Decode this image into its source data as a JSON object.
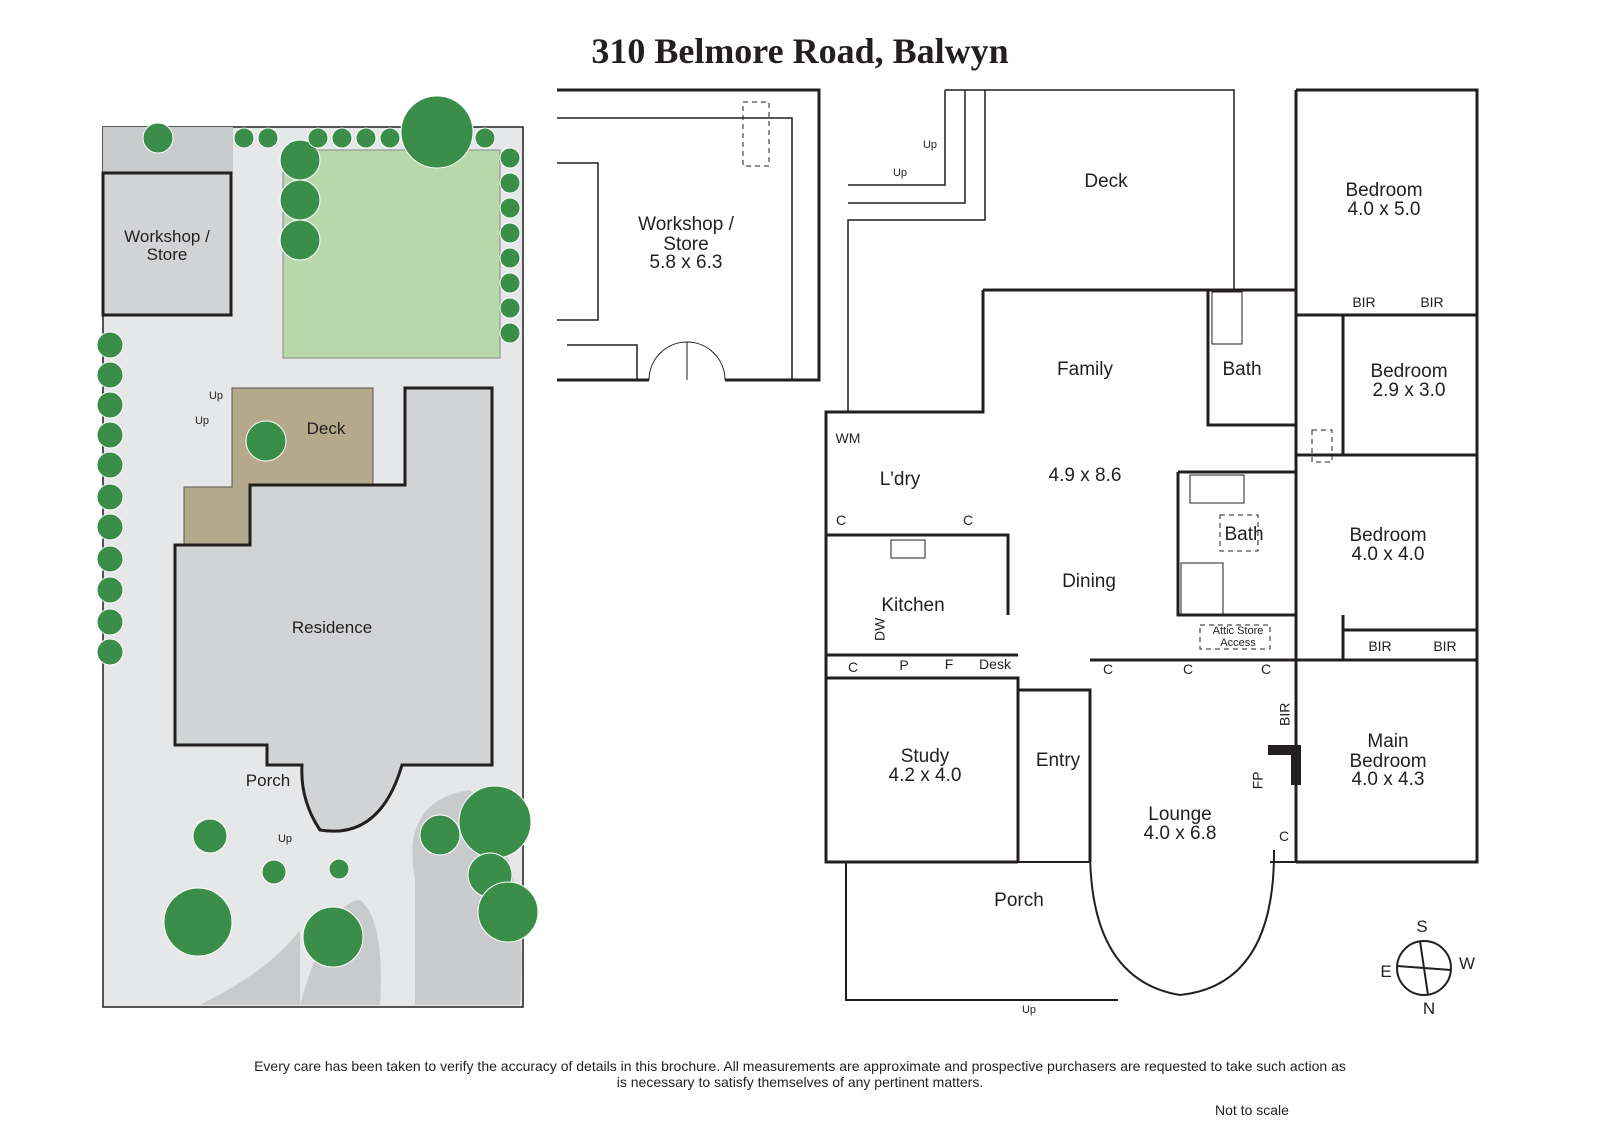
{
  "title": "310 Belmore Road, Balwyn",
  "colors": {
    "site_ground": "#e6e7e8",
    "lawn": "#b9d8a9",
    "deck": "#b4a98a",
    "residence": "#d2d3d5",
    "tree": "#3b8d4a",
    "wall": "#231f20"
  },
  "site_plan": {
    "workshop": "Workshop /\nStore",
    "deck": "Deck",
    "residence": "Residence",
    "porch": "Porch",
    "up_labels": [
      "Up",
      "Up",
      "Up"
    ]
  },
  "workshop_plan": {
    "name": "Workshop /\nStore",
    "size": "5.8 x 6.3"
  },
  "house_plan": {
    "deck": "Deck",
    "up_labels": [
      "Up",
      "Up",
      "Up"
    ],
    "family": "Family",
    "family_size": "4.9 x 8.6",
    "dining": "Dining",
    "bath1": "Bath",
    "bath2": "Bath",
    "wm": "WM",
    "laundry": "L'dry",
    "kitchen": "Kitchen",
    "dw": "DW",
    "cupboards": [
      "C",
      "C",
      "C",
      "P",
      "F",
      "C",
      "C",
      "C",
      "C"
    ],
    "desk": "Desk",
    "attic": "Attic Store\nAccess",
    "bedroom1": {
      "name": "Bedroom",
      "size": "4.0 x 5.0"
    },
    "bedroom2": {
      "name": "Bedroom",
      "size": "2.9 x 3.0"
    },
    "bedroom3": {
      "name": "Bedroom",
      "size": "4.0 x 4.0"
    },
    "main_bedroom": {
      "name": "Main\nBedroom",
      "size": "4.0 x 4.3"
    },
    "bir": [
      "BIR",
      "BIR",
      "BIR",
      "BIR",
      "BIR"
    ],
    "fp": "FP",
    "study": {
      "name": "Study",
      "size": "4.2 x 4.0"
    },
    "entry": "Entry",
    "lounge": {
      "name": "Lounge",
      "size": "4.0 x 6.8"
    },
    "porch": "Porch"
  },
  "compass": {
    "s": "S",
    "w": "W",
    "e": "E",
    "n": "N"
  },
  "footer": {
    "disclaimer": "Every care has been taken to verify the accuracy of details in this brochure.  All measurements are approximate and prospective purchasers are requested to take such action as is necessary to satisfy themselves of any pertinent matters.",
    "not_to_scale": "Not to scale"
  }
}
